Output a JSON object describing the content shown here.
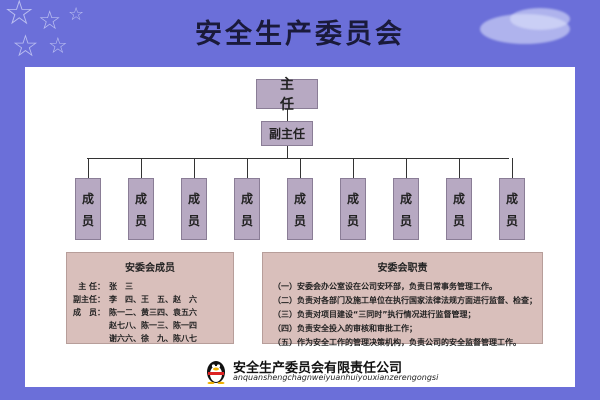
{
  "title": "安全生产委员会",
  "org": {
    "director": "主 任",
    "vice_director": "副主任",
    "member_label_top": "成",
    "member_label_bottom": "员",
    "member_count": 9
  },
  "committee_members": {
    "title": "安委会成员",
    "rows": [
      {
        "label": "主 任：",
        "value": "张　三"
      },
      {
        "label": "副主任：",
        "value": "李　四、王　五、赵　六"
      },
      {
        "label": "成　员：",
        "value": "陈一二、黄三四、袁五六"
      },
      {
        "label": "",
        "value": "赵七八、陈一三、陈一四"
      },
      {
        "label": "",
        "value": "谢六六、徐　九、陈八七"
      }
    ]
  },
  "committee_duties": {
    "title": "安委会职责",
    "items": [
      "（一）安委会办公室设在公司安环部，负责日常事务管理工作。",
      "（二）负责对各部门及施工单位在执行国家法律法规方面进行监督、检查；",
      "（三）负责对项目建设“三同时”执行情况进行监督管理；",
      "（四）负责安全投入的审核和审批工作；",
      "（五）作为安全工作的管理决策机构，负责公司的安全监督管理工作。"
    ]
  },
  "footer": {
    "company_cn": "安全生产委员会有限责任公司",
    "company_en": "anquanshengchagnweiyuanhuiyouxianzerengongsi",
    "logo_icon": "penguin-logo-icon"
  },
  "colors": {
    "background": "#6b6fd9",
    "box_fill": "#b7a9c2",
    "info_fill": "#d9bfbb"
  }
}
